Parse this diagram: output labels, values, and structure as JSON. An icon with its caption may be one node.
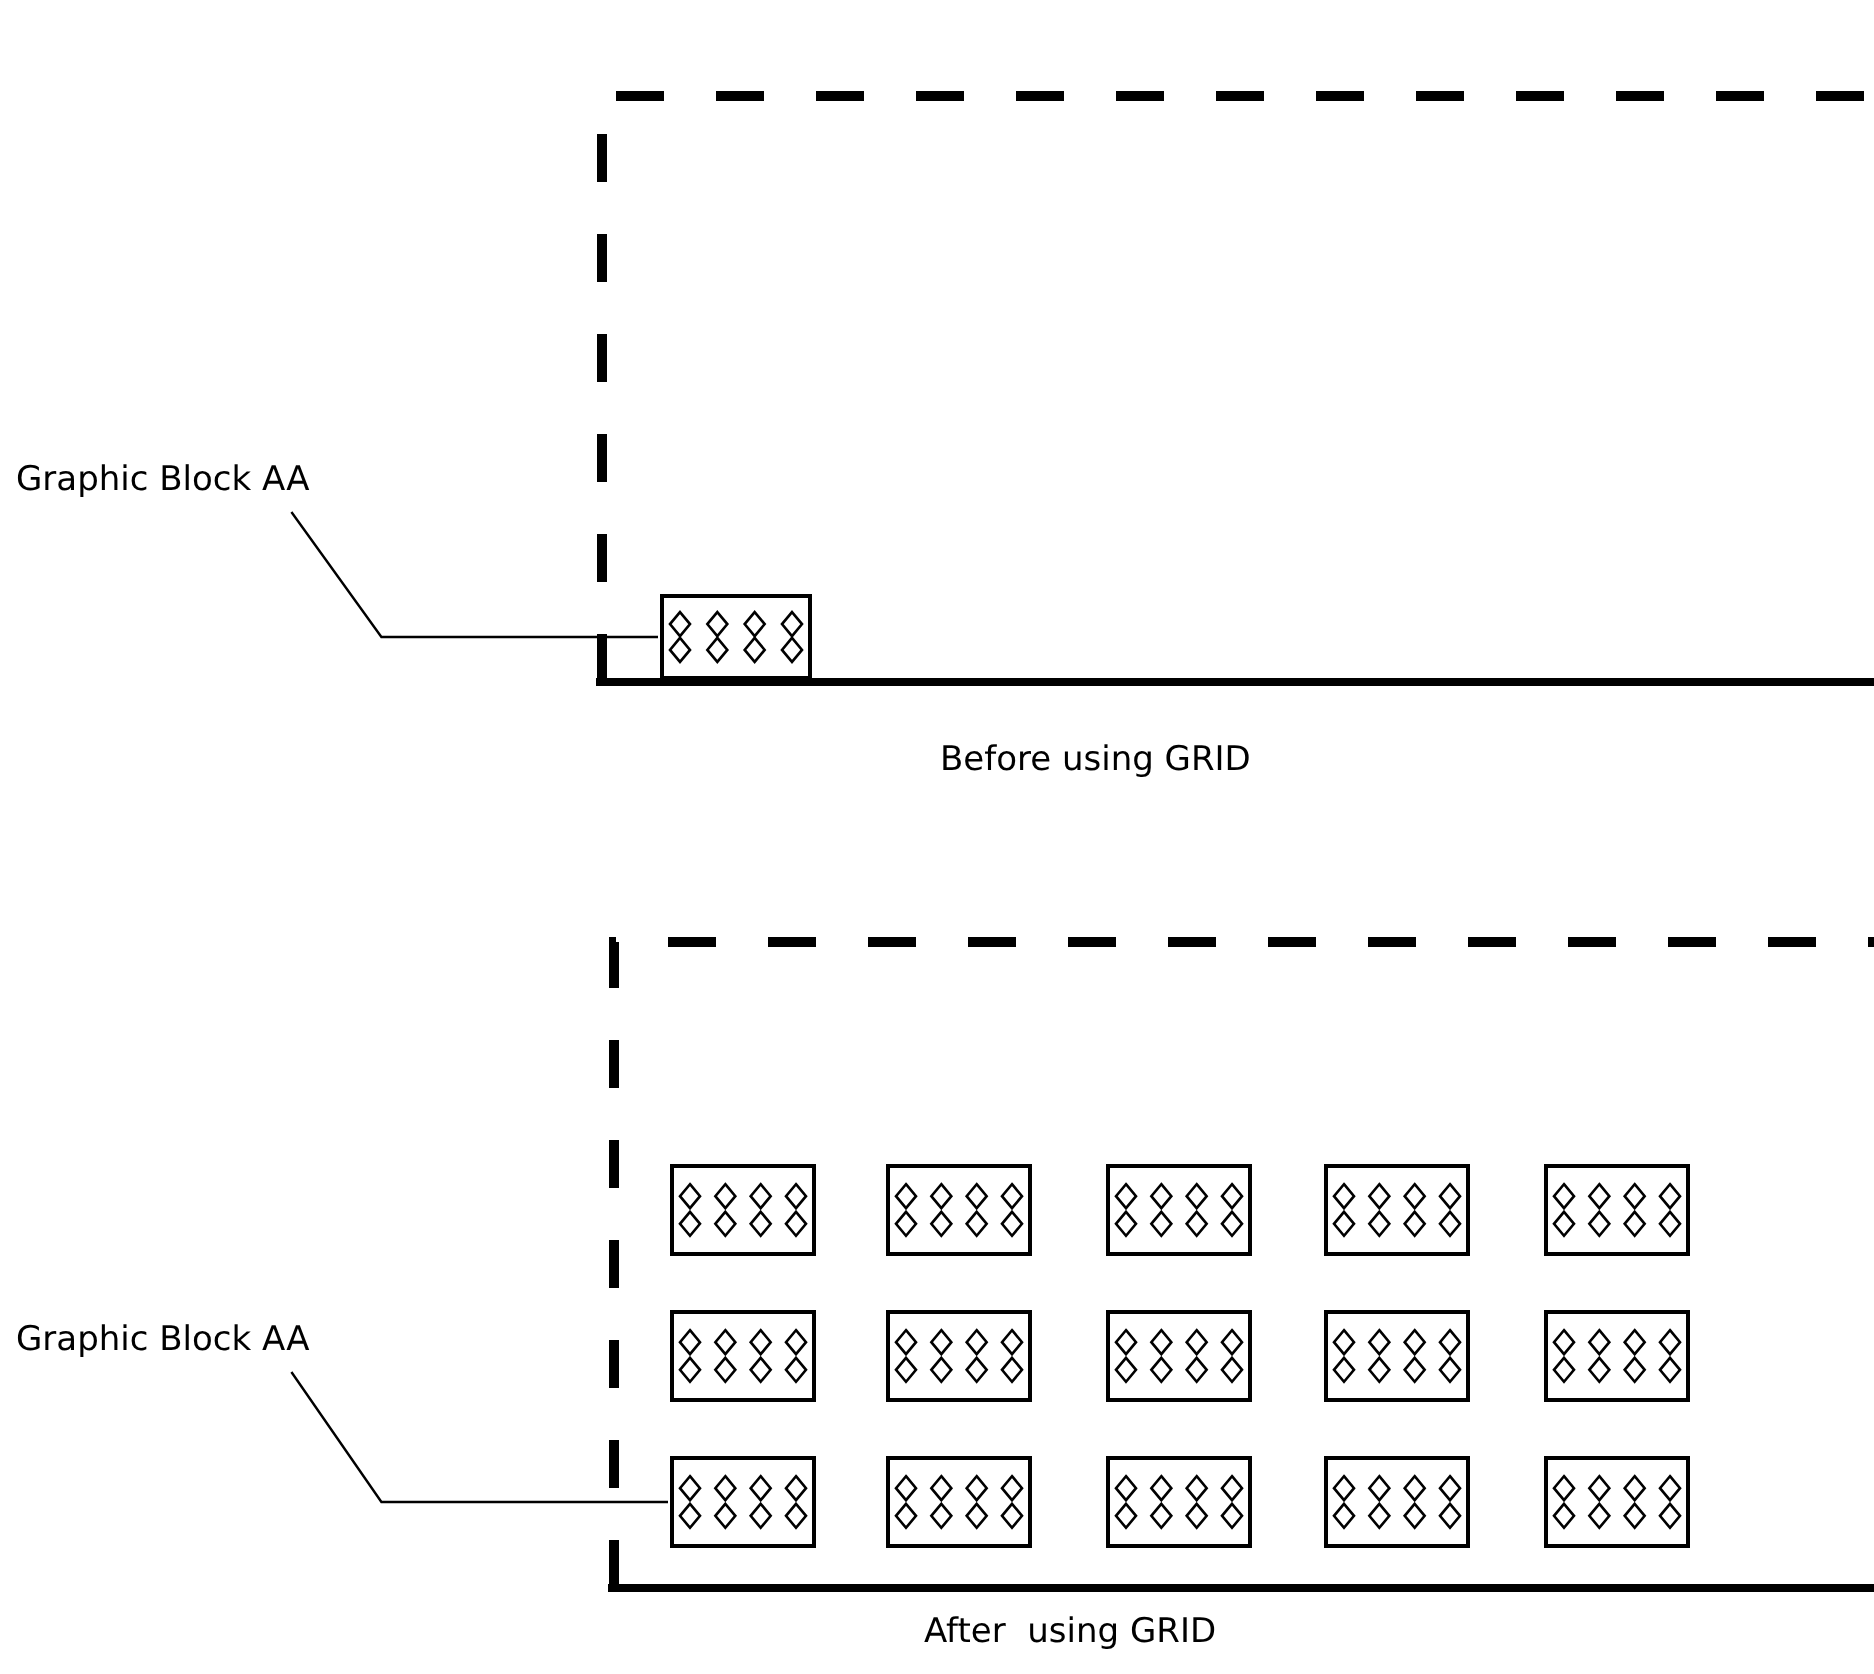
{
  "diagram": {
    "nodes": [
      {
        "text": [],
        "shape": "box"
      },
      {
        "text": [
          "Graphic Block AA"
        ]
      },
      {
        "text": [],
        "shape": "box",
        "in": 0
      },
      {
        "text": [],
        "shape": "box"
      },
      {
        "text": [
          "Graphic Block AA"
        ]
      },
      {
        "text": [],
        "shape": "box",
        "in": 3
      },
      {
        "text": [],
        "shape": "box",
        "in": 3
      },
      {
        "text": [],
        "shape": "box",
        "in": 3
      },
      {
        "text": [],
        "shape": "box",
        "in": 3
      },
      {
        "text": [],
        "shape": "box",
        "in": 3
      },
      {
        "text": [],
        "shape": "box",
        "in": 3
      },
      {
        "text": [],
        "shape": "box",
        "in": 3
      },
      {
        "text": [],
        "shape": "box",
        "in": 3
      },
      {
        "text": [],
        "shape": "box",
        "in": 3
      },
      {
        "text": [],
        "shape": "box",
        "in": 3
      },
      {
        "text": [],
        "shape": "box",
        "in": 3
      },
      {
        "text": [],
        "shape": "box",
        "in": 3
      },
      {
        "text": [],
        "shape": "box",
        "in": 3
      },
      {
        "text": [],
        "shape": "box",
        "in": 3
      },
      {
        "text": [],
        "shape": "box",
        "in": 3
      }
    ],
    "edges": [
      {
        "from": 1,
        "to": 2,
        "arrow": "none"
      },
      {
        "from": 4,
        "to": 15,
        "arrow": "none"
      }
    ],
    "labels": [
      "Before using GRID",
      "After  using GRID"
    ]
  }
}
